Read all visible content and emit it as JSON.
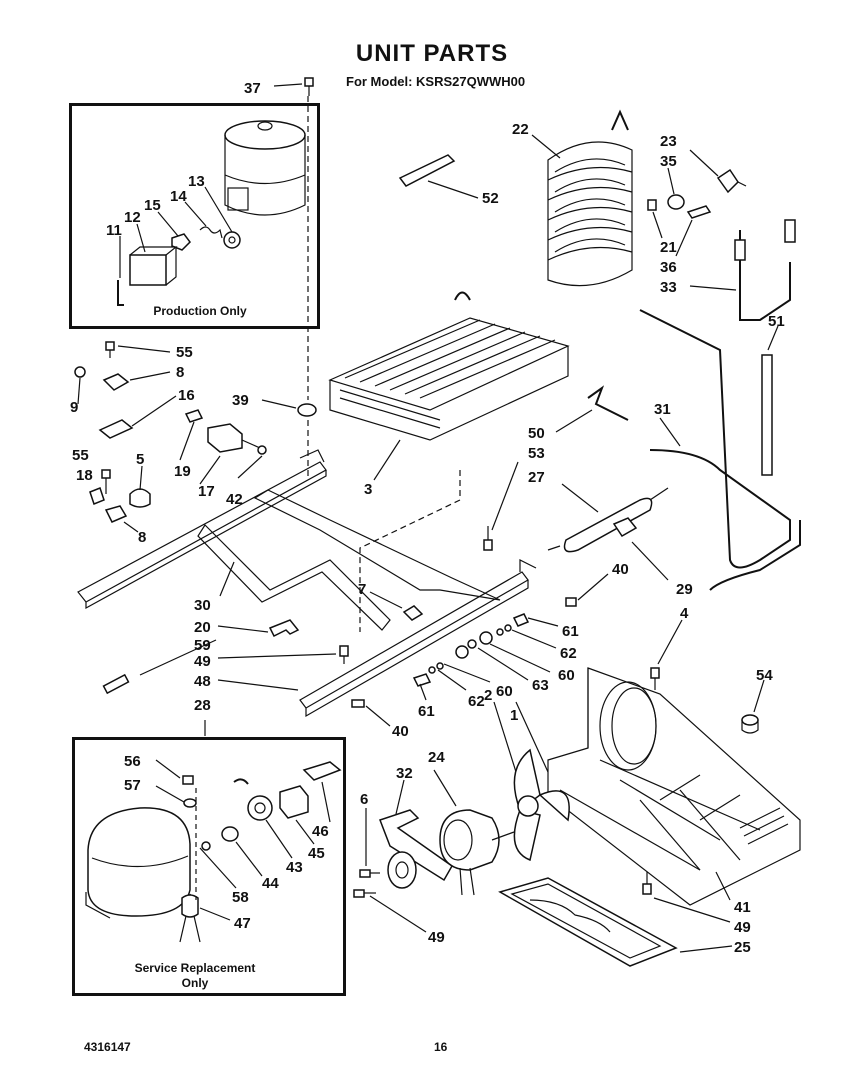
{
  "header": {
    "title": "UNIT PARTS",
    "model": "For Model: KSRS27QWWH00"
  },
  "boxes": {
    "production": "Production Only",
    "service_line1": "Service Replacement",
    "service_line2": "Only"
  },
  "footer": {
    "doc_number": "4316147",
    "page_number": "16"
  },
  "callouts": [
    {
      "id": "c37",
      "text": "37"
    },
    {
      "id": "c13",
      "text": "13"
    },
    {
      "id": "c14",
      "text": "14"
    },
    {
      "id": "c15",
      "text": "15"
    },
    {
      "id": "c12",
      "text": "12"
    },
    {
      "id": "c11",
      "text": "11"
    },
    {
      "id": "c22",
      "text": "22"
    },
    {
      "id": "c52",
      "text": "52"
    },
    {
      "id": "c23",
      "text": "23"
    },
    {
      "id": "c35",
      "text": "35"
    },
    {
      "id": "c21",
      "text": "21"
    },
    {
      "id": "c36",
      "text": "36"
    },
    {
      "id": "c33",
      "text": "33"
    },
    {
      "id": "c51",
      "text": "51"
    },
    {
      "id": "c55a",
      "text": "55"
    },
    {
      "id": "c8a",
      "text": "8"
    },
    {
      "id": "c9",
      "text": "9"
    },
    {
      "id": "c16",
      "text": "16"
    },
    {
      "id": "c39",
      "text": "39"
    },
    {
      "id": "c19",
      "text": "19"
    },
    {
      "id": "c17",
      "text": "17"
    },
    {
      "id": "c42",
      "text": "42"
    },
    {
      "id": "c55b",
      "text": "55"
    },
    {
      "id": "c18",
      "text": "18"
    },
    {
      "id": "c5",
      "text": "5"
    },
    {
      "id": "c8b",
      "text": "8"
    },
    {
      "id": "c3",
      "text": "3"
    },
    {
      "id": "c50",
      "text": "50"
    },
    {
      "id": "c53",
      "text": "53"
    },
    {
      "id": "c27",
      "text": "27"
    },
    {
      "id": "c31",
      "text": "31"
    },
    {
      "id": "c30",
      "text": "30"
    },
    {
      "id": "c20",
      "text": "20"
    },
    {
      "id": "c59",
      "text": "59"
    },
    {
      "id": "c49a",
      "text": "49"
    },
    {
      "id": "c48",
      "text": "48"
    },
    {
      "id": "c7",
      "text": "7"
    },
    {
      "id": "c40a",
      "text": "40"
    },
    {
      "id": "c29",
      "text": "29"
    },
    {
      "id": "c4",
      "text": "4"
    },
    {
      "id": "c61a",
      "text": "61"
    },
    {
      "id": "c62a",
      "text": "62"
    },
    {
      "id": "c60a",
      "text": "60"
    },
    {
      "id": "c63",
      "text": "63"
    },
    {
      "id": "c60b",
      "text": "60"
    },
    {
      "id": "c62b",
      "text": "62"
    },
    {
      "id": "c61b",
      "text": "61"
    },
    {
      "id": "c40b",
      "text": "40"
    },
    {
      "id": "c54",
      "text": "54"
    },
    {
      "id": "c28",
      "text": "28"
    },
    {
      "id": "c2",
      "text": "2"
    },
    {
      "id": "c1",
      "text": "1"
    },
    {
      "id": "c24",
      "text": "24"
    },
    {
      "id": "c32",
      "text": "32"
    },
    {
      "id": "c56",
      "text": "56"
    },
    {
      "id": "c57",
      "text": "57"
    },
    {
      "id": "c46",
      "text": "46"
    },
    {
      "id": "c45",
      "text": "45"
    },
    {
      "id": "c43",
      "text": "43"
    },
    {
      "id": "c44",
      "text": "44"
    },
    {
      "id": "c58",
      "text": "58"
    },
    {
      "id": "c47",
      "text": "47"
    },
    {
      "id": "c6",
      "text": "6"
    },
    {
      "id": "c49b",
      "text": "49"
    },
    {
      "id": "c41",
      "text": "41"
    },
    {
      "id": "c49c",
      "text": "49"
    },
    {
      "id": "c25",
      "text": "25"
    }
  ]
}
